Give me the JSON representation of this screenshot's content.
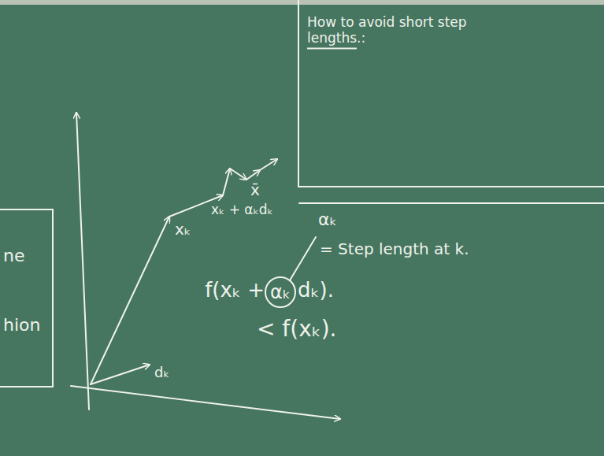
{
  "diagram": {
    "nodes": [
      {
        "text": [
          "How to avoid short step lengths.:"
        ]
      },
      {
        "text": [
          "ne",
          "hion"
        ]
      },
      {
        "text": [
          "αₖ"
        ]
      }
    ],
    "labels": [
      "xₖ",
      "xₖ + αₖdₖ",
      "x̄",
      "dₖ",
      "αₖ",
      "= Step length at k.",
      "f(xₖ +",
      "dₖ).",
      "< f(xₖ)."
    ]
  }
}
